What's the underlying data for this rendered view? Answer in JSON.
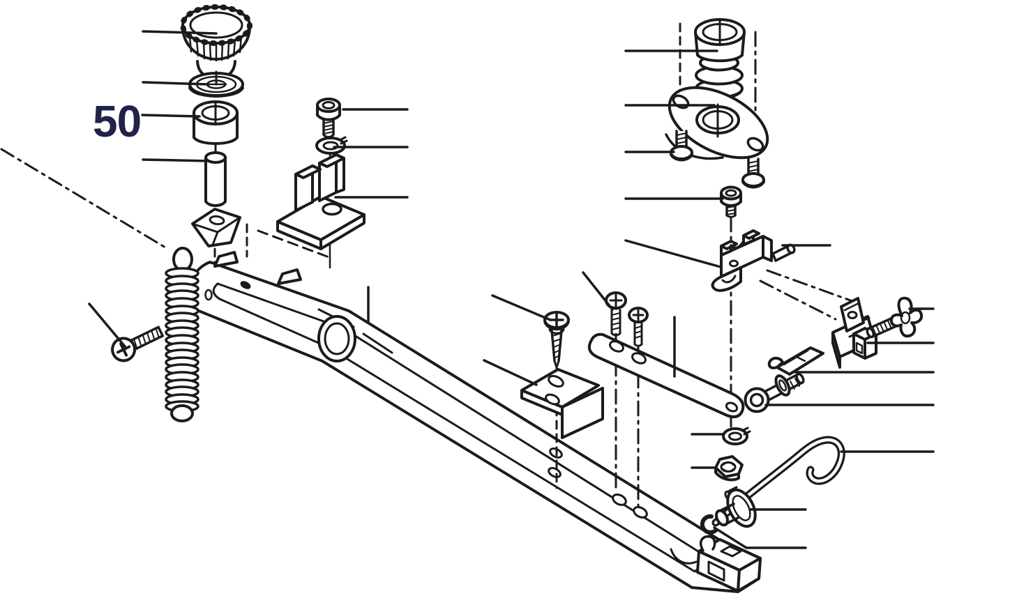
{
  "figure": {
    "background_color": "#ffffff",
    "line_color": "#1b1b1b",
    "callout_label": {
      "text": "50",
      "color": "#20224a"
    }
  },
  "parts": [
    {
      "name": "knurled-knob"
    },
    {
      "name": "flat-washer"
    },
    {
      "name": "bushing",
      "callout": "50"
    },
    {
      "name": "guide-pin"
    },
    {
      "name": "wedge-nut"
    },
    {
      "name": "socket-head-screw"
    },
    {
      "name": "lock-washer"
    },
    {
      "name": "fork-bracket"
    },
    {
      "name": "phillips-screw"
    },
    {
      "name": "tension-spring"
    },
    {
      "name": "pivot-arm"
    },
    {
      "name": "tapping-screw"
    },
    {
      "name": "angle-bracket"
    },
    {
      "name": "pan-head-screw-1"
    },
    {
      "name": "pan-head-screw-2"
    },
    {
      "name": "link-bar"
    },
    {
      "name": "rubber-bellows"
    },
    {
      "name": "flanged-plate"
    },
    {
      "name": "stud-screw-1"
    },
    {
      "name": "stud-screw-2"
    },
    {
      "name": "socket-screw-small"
    },
    {
      "name": "clamp-bracket"
    },
    {
      "name": "roll-pin"
    },
    {
      "name": "guide-bracket"
    },
    {
      "name": "slide-block"
    },
    {
      "name": "wing-screw"
    },
    {
      "name": "lever-link"
    },
    {
      "name": "shoulder-screw-with-washer"
    },
    {
      "name": "spring-washer"
    },
    {
      "name": "hex-nut"
    },
    {
      "name": "handle-rod"
    },
    {
      "name": "roller-spool"
    },
    {
      "name": "c-clip"
    },
    {
      "name": "arm-end-block"
    }
  ]
}
